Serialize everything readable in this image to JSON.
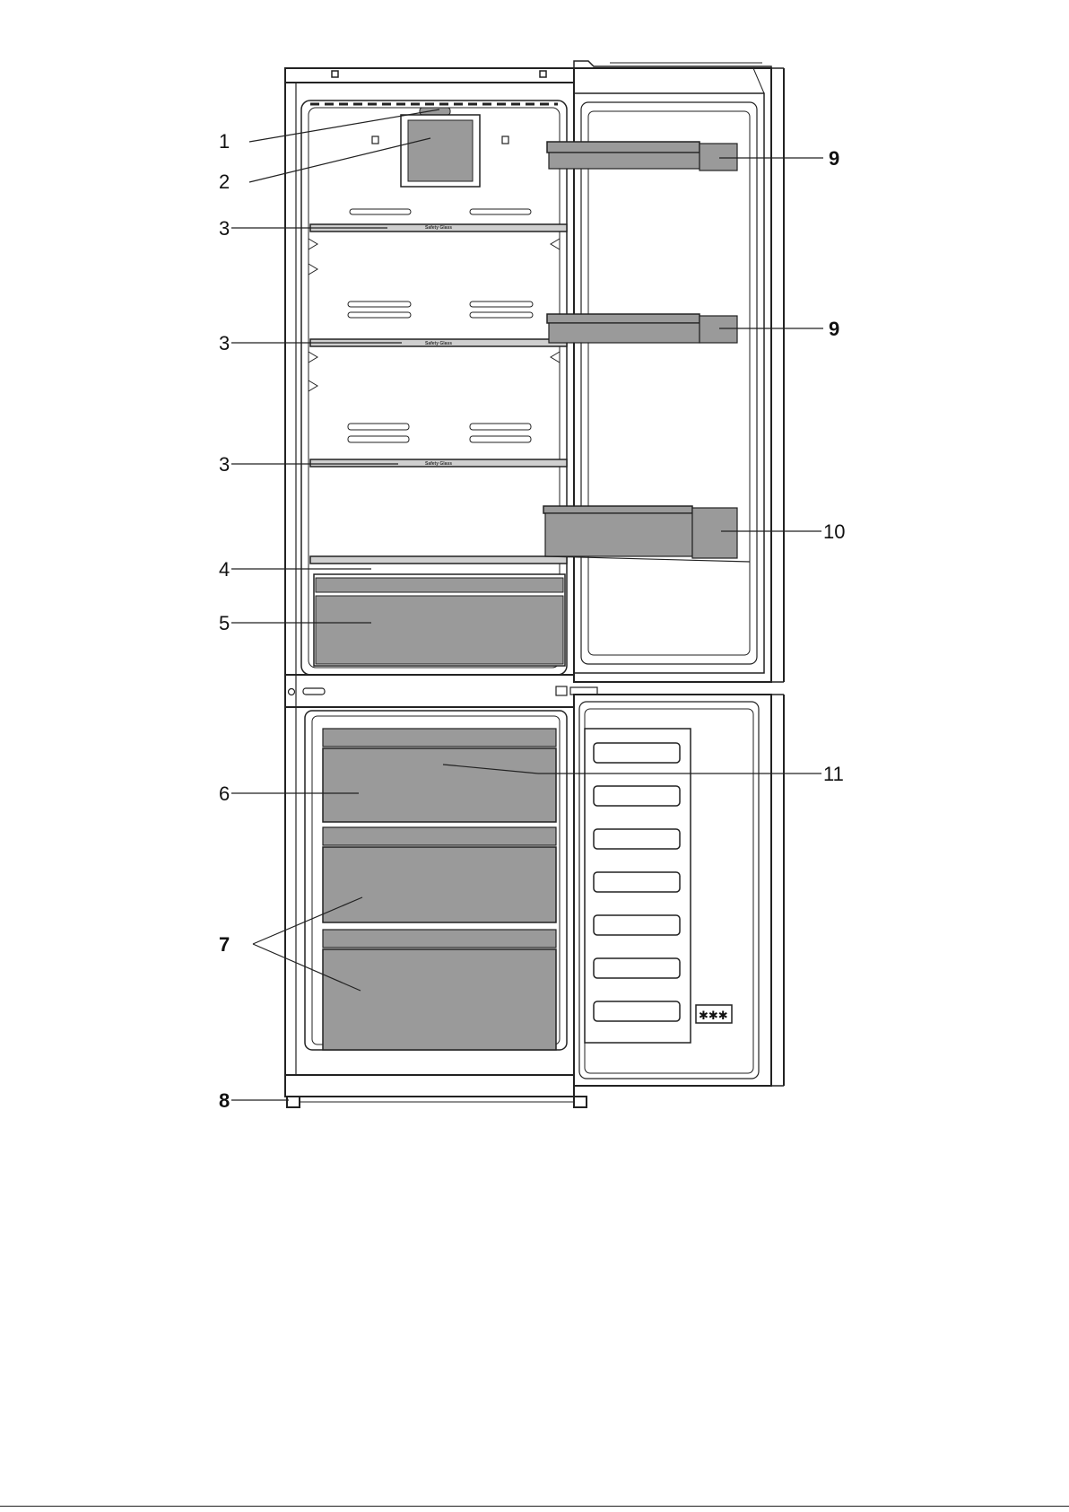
{
  "callouts": [
    {
      "id": "1",
      "label": "1"
    },
    {
      "id": "2",
      "label": "2"
    },
    {
      "id": "3a",
      "label": "3"
    },
    {
      "id": "3b",
      "label": "3"
    },
    {
      "id": "3c",
      "label": "3"
    },
    {
      "id": "4",
      "label": "4"
    },
    {
      "id": "5",
      "label": "5"
    },
    {
      "id": "6",
      "label": "6"
    },
    {
      "id": "7",
      "label": "7"
    },
    {
      "id": "8",
      "label": "8"
    },
    {
      "id": "9a",
      "label": "9"
    },
    {
      "id": "9b",
      "label": "9"
    },
    {
      "id": "10",
      "label": "10"
    },
    {
      "id": "11",
      "label": "11"
    }
  ],
  "shelf_marking": "Safety Glass",
  "colors": {
    "outline": "#222222",
    "panel_grey": "#9a9a9a",
    "light_grey": "#cfcfcf",
    "background": "#ffffff"
  }
}
